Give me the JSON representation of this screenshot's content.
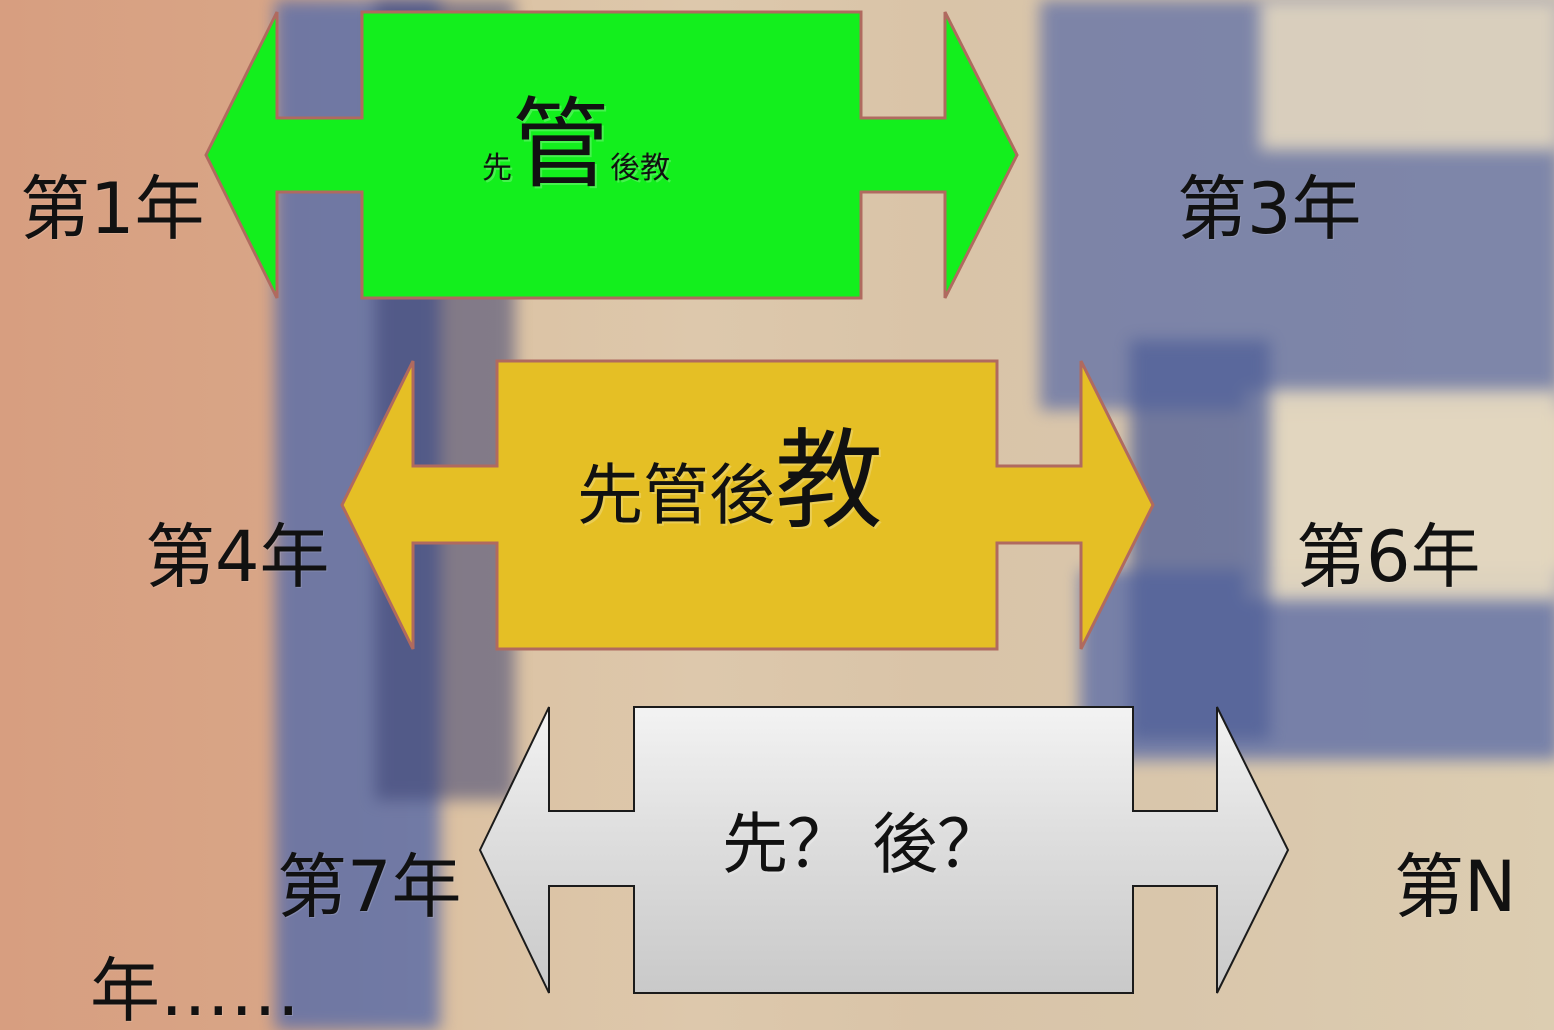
{
  "background": {
    "left_tint": "#d79e80",
    "blue_block": "#5f6fa7",
    "light_block": "#e3d7c0",
    "dark_block": "#3a4172"
  },
  "arrows": {
    "first": {
      "fill": "#13ef1d",
      "stroke": "#b06a5f",
      "label": {
        "pre": "先",
        "main": "管",
        "post": "後教"
      }
    },
    "second": {
      "fill": "#e5bf25",
      "stroke": "#b06a5f",
      "label": {
        "pre": "先管後",
        "main": "教"
      }
    },
    "third": {
      "fill": "#d8d8d8",
      "stroke": "#1b1b1b",
      "label": "先？ 後？"
    }
  },
  "years": {
    "first": "第1年",
    "third": "第3年",
    "fourth": "第4年",
    "sixth": "第6年",
    "seventh": "第7年",
    "n": "第N",
    "etc": "年……"
  }
}
